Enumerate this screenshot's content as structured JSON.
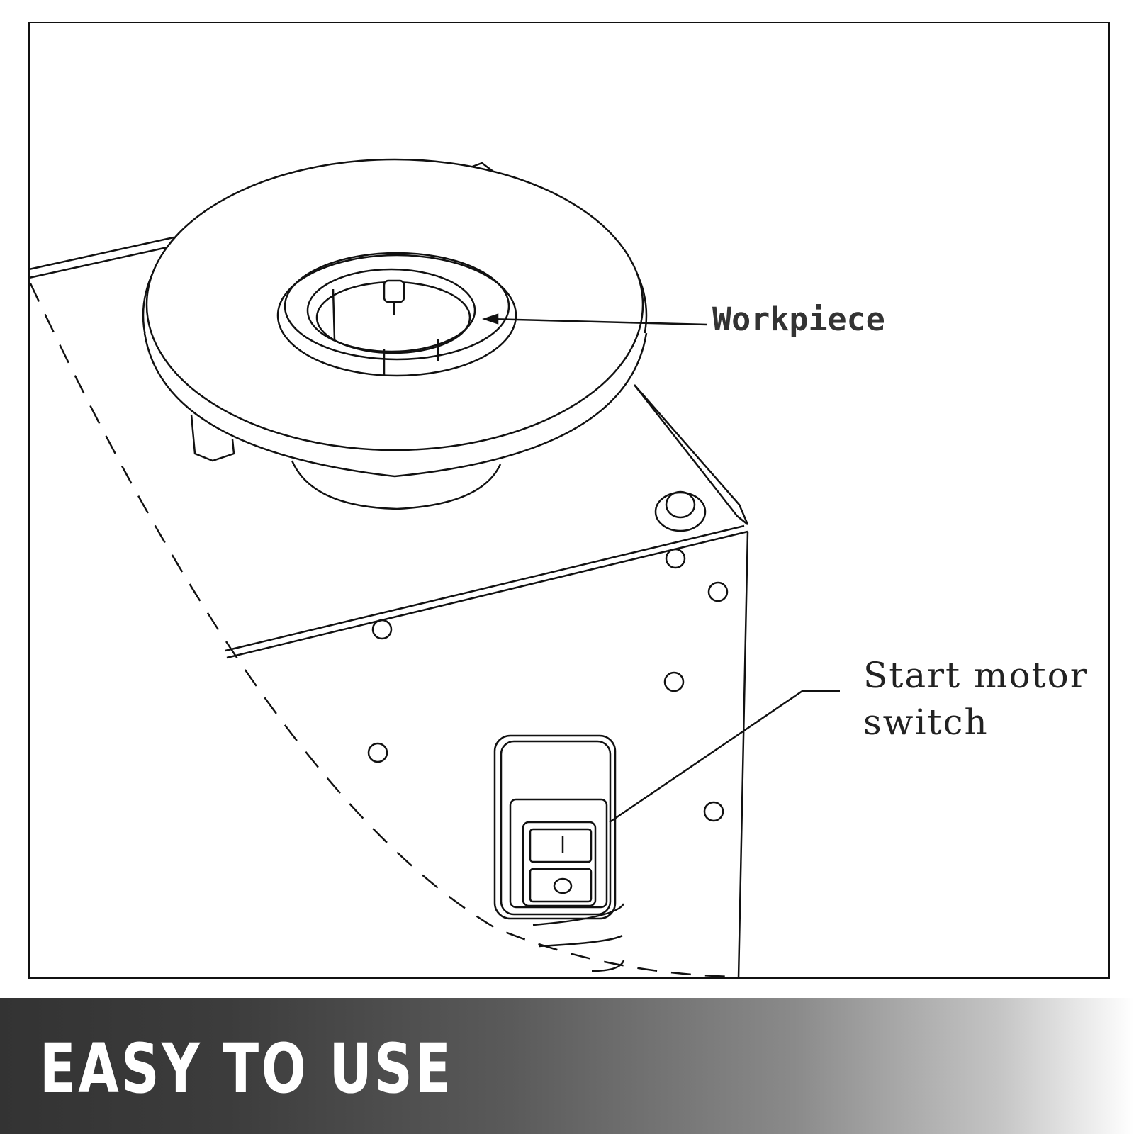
{
  "callouts": {
    "workpiece": "Workpiece",
    "start_motor_switch_line1": "Start motor",
    "start_motor_switch_line2": "switch"
  },
  "switch_symbols": {
    "on": "I",
    "off": "O"
  },
  "banner": {
    "title": "EASY TO USE"
  },
  "colors": {
    "banner_dark": "#333333",
    "banner_light": "#ffffff",
    "line_art": "#111111"
  }
}
